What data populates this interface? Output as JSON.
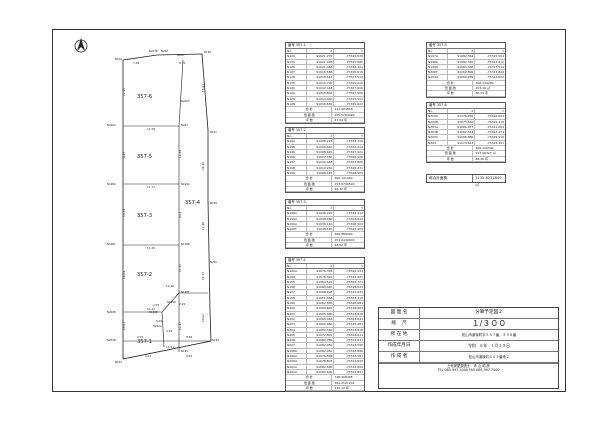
{
  "plat": {
    "lots": [
      "357-6",
      "357-5",
      "357-3",
      "357-4",
      "357-2",
      "357-1"
    ],
    "points": {
      "p1": "N199",
      "p2": "N203B",
      "p3": "N203",
      "p4": "N202",
      "p5": "N196",
      "p6": "N202C",
      "p7": "N197",
      "p8": "N198",
      "p9": "N200A",
      "p10": "N201",
      "p11": "N199A",
      "p12": "N199B",
      "p13": "N198A",
      "p14": "N198C",
      "p15": "N198D",
      "p16": "N198E",
      "p17": "N198F",
      "p18": "N200",
      "p19": "N200B",
      "p20": "N202A",
      "p21": "N202B",
      "p22": "N194",
      "p23": "N195",
      "p24": "N193"
    },
    "dims": {
      "d1": "7.06",
      "d2": "8.75",
      "d3": "12.95",
      "d4": "15.03",
      "d5": "11.58",
      "d6": "11.34",
      "d7": "11.71",
      "d8": "11.45",
      "d9": "9.97",
      "d10": "13.34",
      "d11": "11.40",
      "d12": "14.04",
      "d13": "8.03",
      "d14": "12.98",
      "d15": "12.12",
      "d16": "11.53",
      "d17": "11.42",
      "d18": "9.94",
      "d19": "9.36",
      "d20": "9.12",
      "d21": "8.44",
      "d22": "11.40",
      "d23": "15.03",
      "d24": "13.02",
      "d25": "3.09",
      "d26": "4.06",
      "d27": "12.12",
      "d28": "2.05",
      "d29": "11.51",
      "d30": "2.09"
    }
  },
  "tables": {
    "t1": {
      "caption": "番号 357-1",
      "header": [
        "No.",
        "X",
        "Y"
      ],
      "rows": [
        [
          "N120",
          "91021.270",
          "-73329.636"
        ],
        [
          "N125",
          "91021.408",
          "-73317.065"
        ],
        [
          "N126",
          "91021.488",
          "-73314.421"
        ],
        [
          "N127",
          "91016.588",
          "-73315.615"
        ],
        [
          "N128",
          "91016.613",
          "-73317.512"
        ],
        [
          "N130",
          "91016.700",
          "-73329.622"
        ],
        [
          "N130",
          "91012.448",
          "-73327.606"
        ],
        [
          "N129",
          "91016.802",
          "-73327.606"
        ],
        [
          "N128",
          "91014.400",
          "-73315.521"
        ],
        [
          "N128",
          "91016.630",
          "-73329.622"
        ]
      ],
      "sum": [
        [
          "合 計",
          "211.404818"
        ],
        [
          "倍 面 積",
          "105.5284090"
        ],
        [
          "坪 数",
          "47.04 坪"
        ]
      ]
    },
    "t2": {
      "caption": "番号 357-2",
      "header": [
        "No.",
        "X",
        "Y"
      ],
      "rows": [
        [
          "N194",
          "91008.215",
          "-73333.729"
        ],
        [
          "N198",
          "91009.440",
          "-73334.414"
        ],
        [
          "N199",
          "91008.420",
          "-73327.921"
        ],
        [
          "N196",
          "91007.430",
          "-73326.926"
        ],
        [
          "N197",
          "91012.448",
          "-73327.606"
        ],
        [
          "N198",
          "91010.260",
          "-73326.431"
        ],
        [
          "N199",
          "91008.140",
          "-73326.904"
        ]
      ],
      "sum": [
        [
          "合 計",
          "306.141900"
        ],
        [
          "倍 面 積",
          "153.0709500"
        ],
        [
          "坪 数",
          "46.30 坪"
        ]
      ]
    },
    "t3": {
      "caption": "番号 357-3",
      "header": [
        "No.",
        "X",
        "Y"
      ],
      "rows": [
        [
          "N198A",
          "91048.220",
          "-73332.412"
        ],
        [
          "N199A",
          "91048.280",
          "-73323.623"
        ],
        [
          "N200A",
          "91036.140",
          "-73326.904"
        ],
        [
          "N200F",
          "91048.140",
          "-73327.404"
        ]
      ],
      "sum": [
        [
          "合 計",
          "306.888000"
        ],
        [
          "倍 面 積",
          "153.4440000"
        ],
        [
          "坪 数",
          "46.52 坪"
        ]
      ]
    },
    "t4": {
      "caption": "番号 357-4",
      "header": [
        "No.",
        "X",
        "Y"
      ],
      "rows": [
        [
          "N120A",
          "91076.303",
          "-73326.434"
        ],
        [
          "N194",
          "91078.320",
          "-73312.621"
        ],
        [
          "N195",
          "91064.510",
          "-73324.721"
        ],
        [
          "N196",
          "91060.440",
          "-73318.641"
        ],
        [
          "N197",
          "91068.208",
          "-73315.641"
        ],
        [
          "N198",
          "91061.468",
          "-73323.416"
        ],
        [
          "N199",
          "91062.830",
          "-73316.681"
        ],
        [
          "N200",
          "91063.601",
          "-73318.664"
        ],
        [
          "N201",
          "91065.480",
          "-73314.610"
        ],
        [
          "N202",
          "91069.446",
          "-73313.641"
        ],
        [
          "N203",
          "91062.980",
          "-73315.481"
        ],
        [
          "N204",
          "91069.330",
          "-73313.616"
        ],
        [
          "N205",
          "91072.801",
          "-73314.611"
        ],
        [
          "N206",
          "91082.780",
          "-73313.641"
        ],
        [
          "N207",
          "91082.050",
          "-73313.096"
        ],
        [
          "N198A",
          "91082.950",
          "-73313.896"
        ],
        [
          "N199A",
          "91076.808",
          "-73313.581"
        ],
        [
          "N200A",
          "91078.803",
          "-73314.633"
        ],
        [
          "N201A",
          "91082.600",
          "-73313.894"
        ],
        [
          "N202A",
          "91082.600",
          "-73313.897"
        ]
      ],
      "sum": [
        [
          "合 計",
          "728.408408"
        ],
        [
          "倍 面 積",
          "364.2121204"
        ],
        [
          "坪 数",
          "110.12 坪"
        ]
      ]
    },
    "t5": {
      "caption": "番号 357-5",
      "header": [
        "No.",
        "X",
        "Y"
      ],
      "rows": [
        [
          "N197A",
          "91082.364",
          "-73315.004"
        ],
        [
          "N198A",
          "91082.300",
          "-73313.812"
        ],
        [
          "N199A",
          "91063.480",
          "-73317.514"
        ],
        [
          "N200F",
          "91062.800",
          "-73317.824"
        ],
        [
          "N203A",
          "91060.289",
          "-73314.622"
        ]
      ],
      "sum": [
        [
          "合 計",
          "306.144280"
        ],
        [
          "倍 面 積",
          "153.10 ㎡"
        ],
        [
          "坪 数",
          "46.31 坪"
        ]
      ]
    },
    "t6": {
      "caption": "番号 357-6",
      "header": [
        "No.",
        "X",
        "Y"
      ],
      "rows": [
        [
          "N202A",
          "91076.830",
          "-73326.624"
        ],
        [
          "N202B",
          "91073.540",
          "-73329.416"
        ],
        [
          "N203A",
          "91080.877",
          "-73331.604"
        ],
        [
          "N203B",
          "91082.312",
          "-73322.474"
        ],
        [
          "N203C",
          "91066.880",
          "-73325.910"
        ],
        [
          "N204",
          "91074.613",
          "-73324.491"
        ]
      ],
      "sum": [
        [
          "合 計",
          "306.126540"
        ],
        [
          "倍 面 積",
          "153.06327 ㎡"
        ],
        [
          "坪 数",
          "46.30 坪"
        ]
      ]
    }
  },
  "total": {
    "label": "総合計面積",
    "value": "1132.8231840 ㎡"
  },
  "titleblock": {
    "rows": [
      [
        "図 面 名",
        "分筆予定図２"
      ],
      [
        "縮　 尺",
        "１/３００"
      ],
      [
        "所 在 地",
        "松山市道後町字３５７番、３５８番"
      ],
      [
        "作成年月日",
        "令和　６年　１月１９日"
      ],
      [
        "作 成 者",
        "松山市道後町４０３番地２"
      ]
    ],
    "maker": [
      "土地家屋調査士　青 山 昭 彦",
      "TEL 089-997-5000 FAX 089-997-7000"
    ]
  }
}
